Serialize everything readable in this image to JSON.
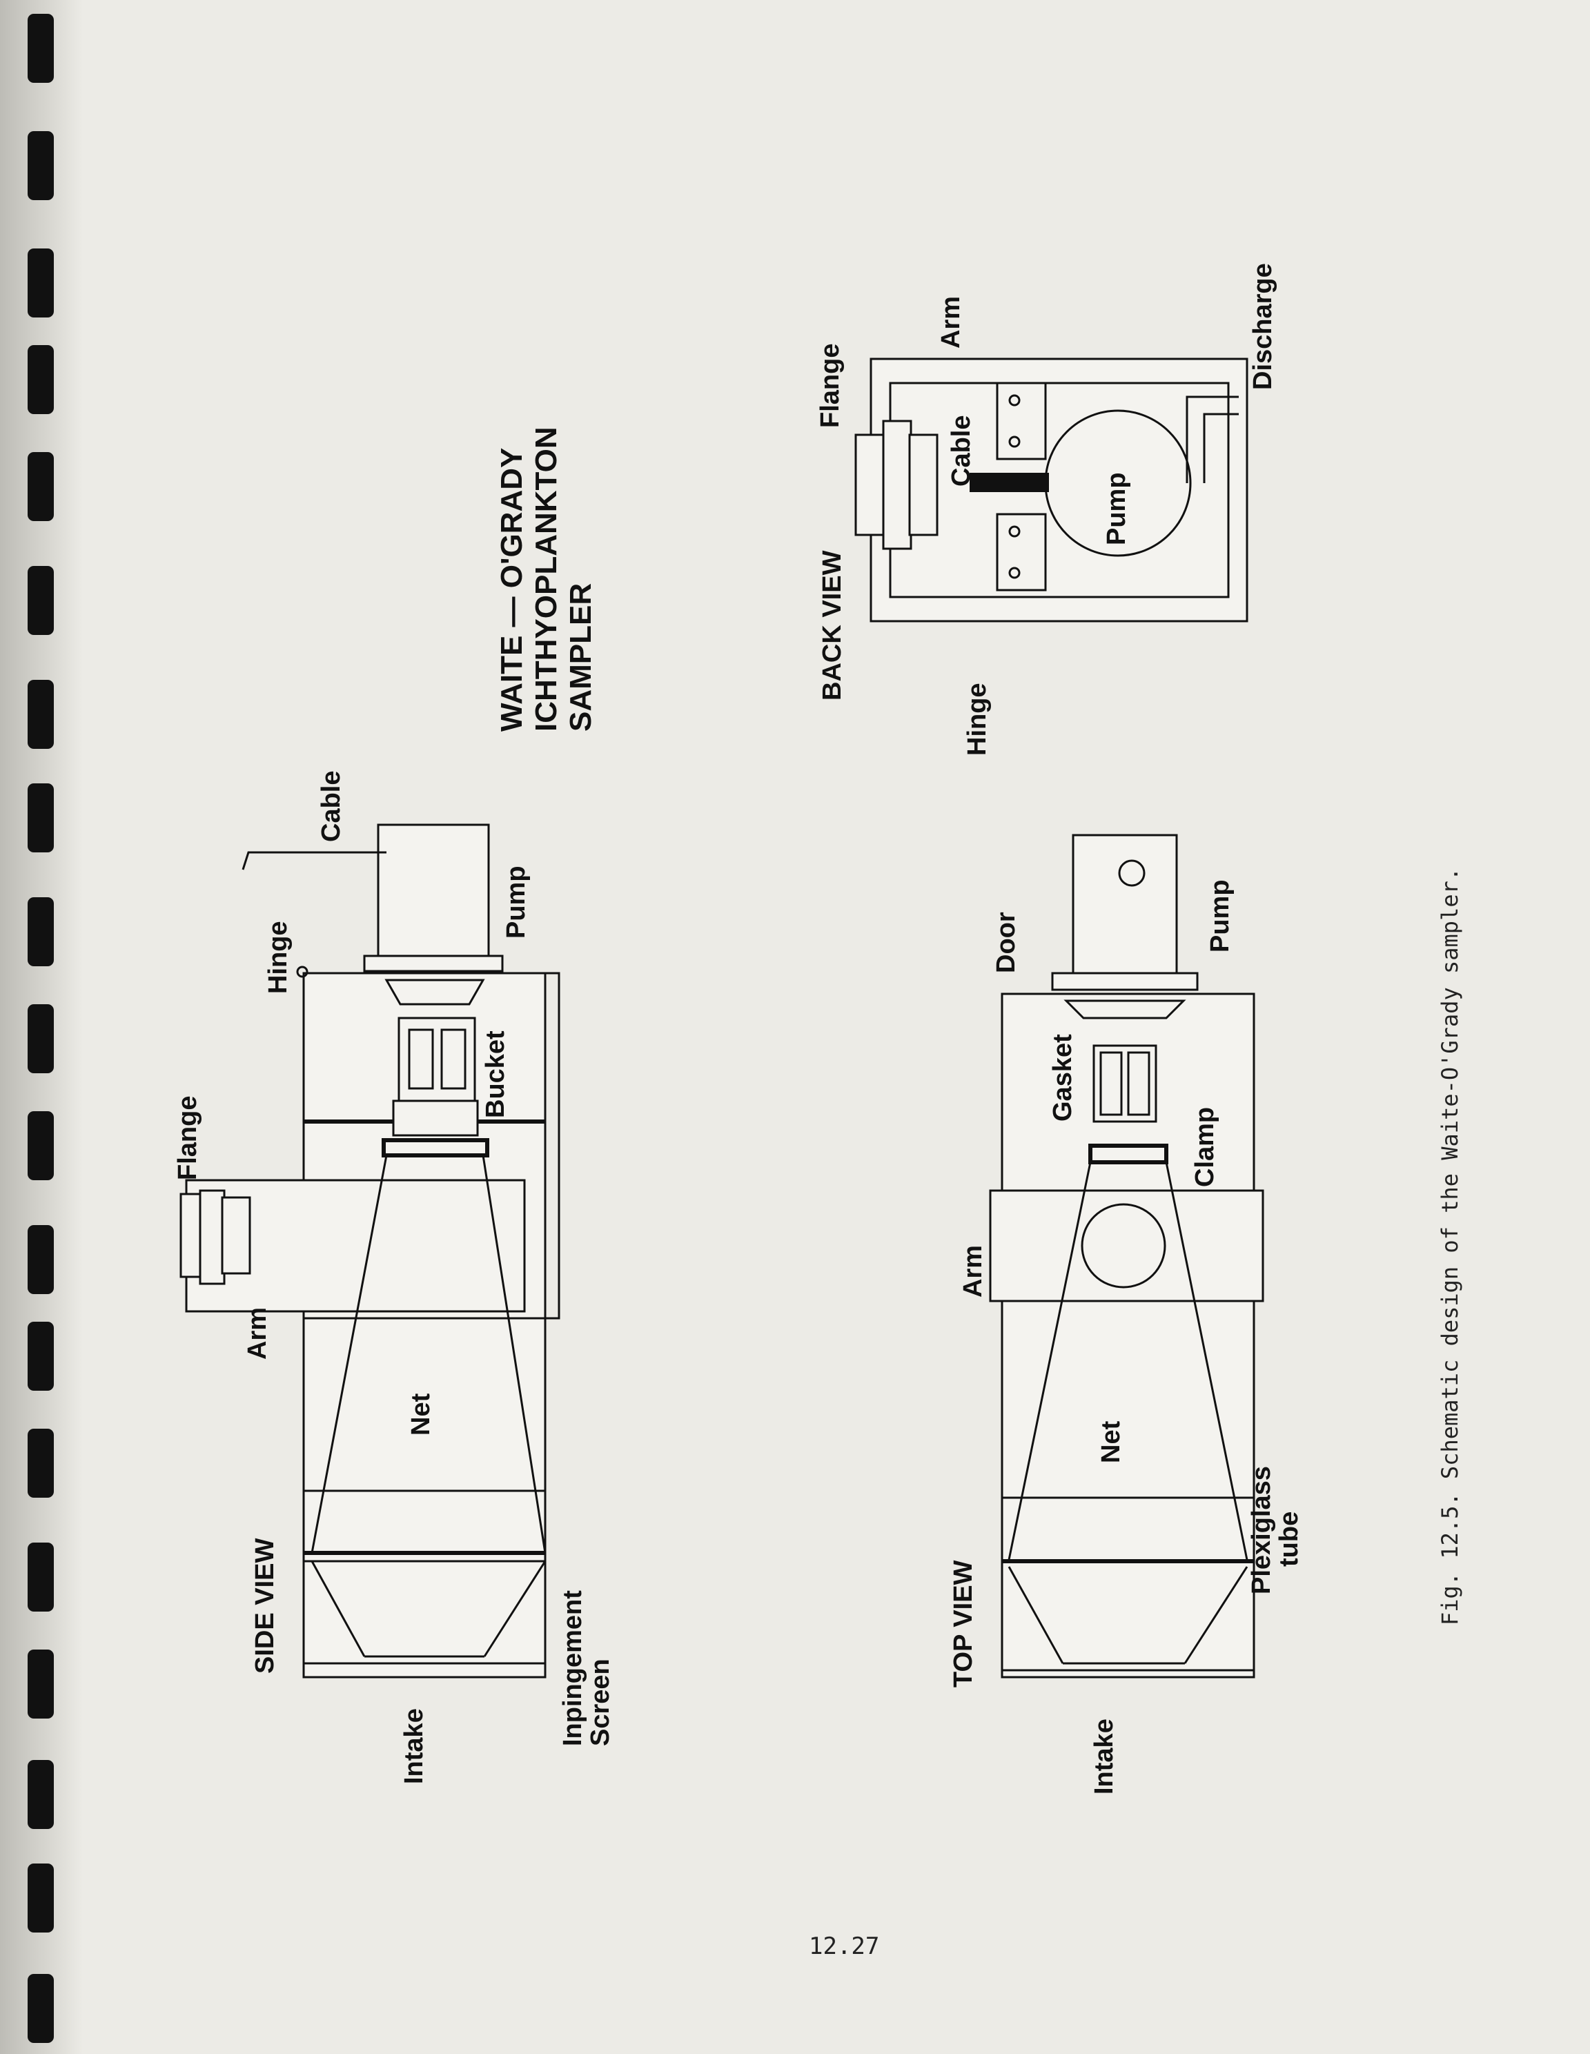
{
  "page": {
    "title": "WAITE — O'GRADY ICHTHYOPLANKTON SAMPLER",
    "title_lines": [
      "WAITE — O'GRADY",
      "ICHTHYOPLANKTON",
      "SAMPLER"
    ],
    "caption": "Fig. 12.5.  Schematic design of the Waite-O'Grady sampler.",
    "page_number": "12.27"
  },
  "side_view": {
    "heading": "SIDE VIEW",
    "labels": {
      "intake": "Intake",
      "impingement_screen": [
        "Inpingement",
        "Screen"
      ],
      "net": "Net",
      "arm": "Arm",
      "flange": "Flange",
      "bucket": "Bucket",
      "hinge": "Hinge",
      "pump": "Pump",
      "cable": "Cable"
    }
  },
  "top_view": {
    "heading": "TOP VIEW",
    "labels": {
      "intake": "Intake",
      "plexiglass_tube": [
        "Plexiglass",
        "tube"
      ],
      "net": "Net",
      "arm": "Arm",
      "clamp": "Clamp",
      "gasket": "Gasket",
      "door": "Door",
      "pump": "Pump"
    }
  },
  "back_view": {
    "heading": "BACK VIEW",
    "labels": {
      "hinge": "Hinge",
      "flange": "Flange",
      "cable": "Cable",
      "pump": "Pump",
      "arm": "Arm",
      "discharge": "Discharge"
    }
  }
}
